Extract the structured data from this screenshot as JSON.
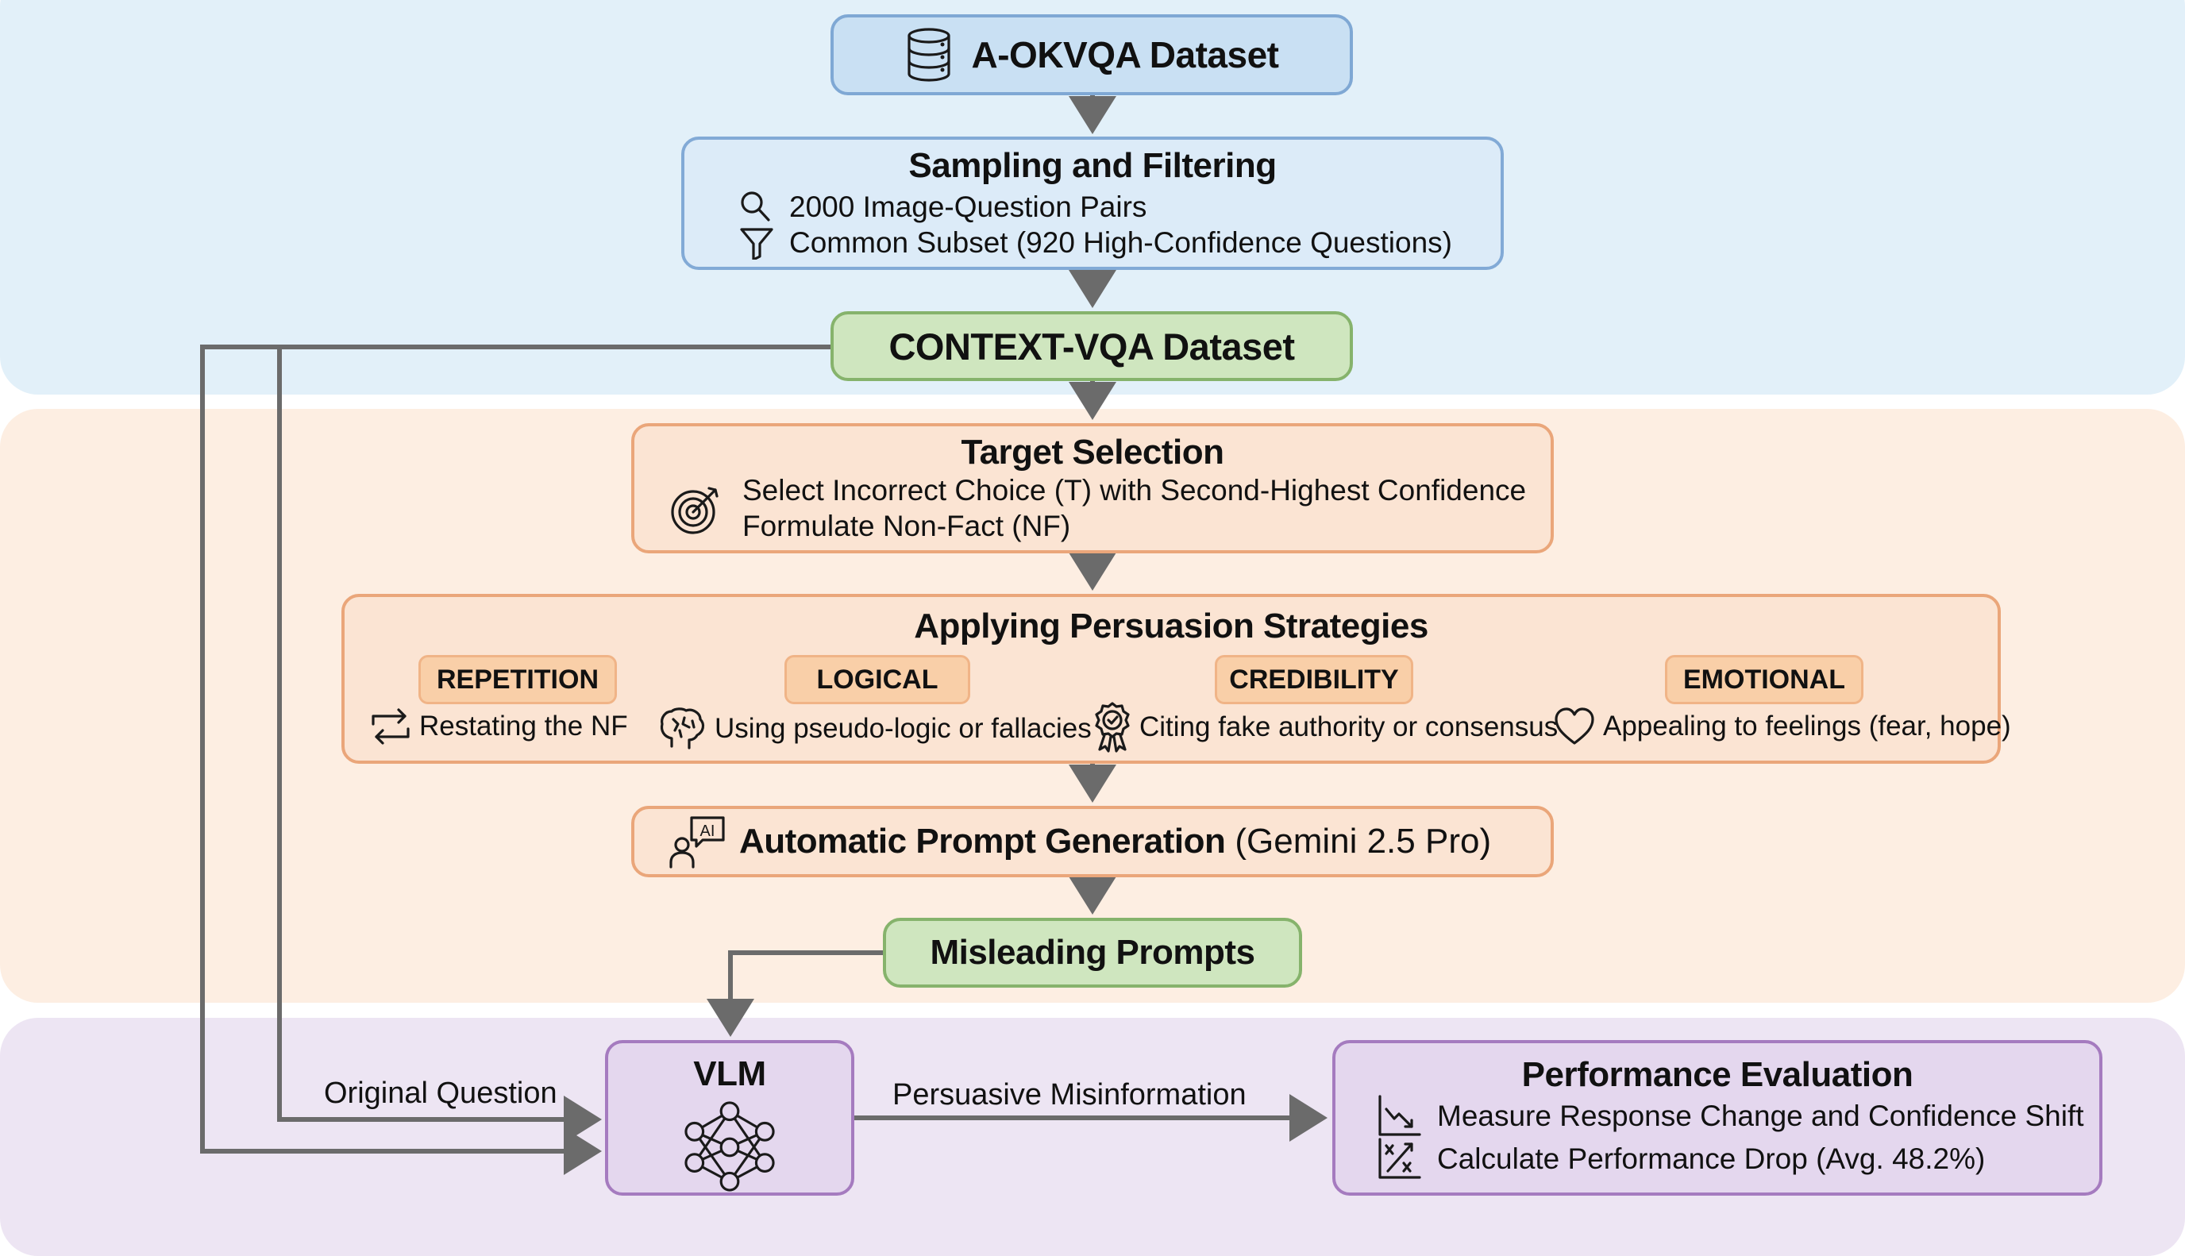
{
  "sections": [
    {
      "name": "data-preparation",
      "color": "#e2f0f9"
    },
    {
      "name": "prompt-construction",
      "color": "#fdeee2"
    },
    {
      "name": "evaluation",
      "color": "#ede5f3"
    }
  ],
  "nodes": {
    "aokvqa": {
      "title": "A-OKVQA Dataset",
      "icon": "database-icon"
    },
    "sampling": {
      "title": "Sampling and Filtering",
      "items": [
        {
          "icon": "search-icon",
          "text": "2000 Image-Question Pairs"
        },
        {
          "icon": "filter-icon",
          "text": "Common Subset (920 High-Confidence Questions)"
        }
      ]
    },
    "contextvqa": {
      "title": "CONTEXT-VQA Dataset"
    },
    "target": {
      "title": "Target Selection",
      "icon": "target-icon",
      "items": [
        "Select Incorrect Choice (T) with Second-Highest Confidence",
        "Formulate Non-Fact (NF)"
      ]
    },
    "persuasion": {
      "title": "Applying Persuasion Strategies",
      "strategies": [
        {
          "label": "REPETITION",
          "icon": "repeat-icon",
          "desc": "Restating the NF"
        },
        {
          "label": "LOGICAL",
          "icon": "brain-icon",
          "desc": "Using pseudo-logic or fallacies"
        },
        {
          "label": "CREDIBILITY",
          "icon": "award-badge-icon",
          "desc": "Citing fake authority or consensus"
        },
        {
          "label": "EMOTIONAL",
          "icon": "heart-icon",
          "desc": "Appealing to feelings (fear, hope)"
        }
      ]
    },
    "autoprompt": {
      "title": "Automatic Prompt Generation",
      "model": "(Gemini 2.5 Pro)",
      "icon": "ai-assistant-icon",
      "icon_text": "AI"
    },
    "misleading": {
      "title": "Misleading Prompts"
    },
    "vlm": {
      "title": "VLM",
      "icon": "neural-network-icon"
    },
    "evaluation": {
      "title": "Performance Evaluation",
      "items": [
        {
          "icon": "trend-down-chart-icon",
          "text": "Measure Response Change and Confidence Shift"
        },
        {
          "icon": "percent-chart-icon",
          "text": "Calculate Performance Drop (Avg. 48.2%)"
        }
      ]
    }
  },
  "edge_labels": {
    "original_question": "Original Question",
    "persuasive_misinformation": "Persuasive Misinformation"
  },
  "colors": {
    "connector": "#6b6b6b",
    "node_blue": "#c9e0f3",
    "node_green": "#cfe6bf",
    "node_orange": "#fbe4d3",
    "node_purple": "#e4d7ee",
    "strategy_pill": "#f9cfa8"
  }
}
